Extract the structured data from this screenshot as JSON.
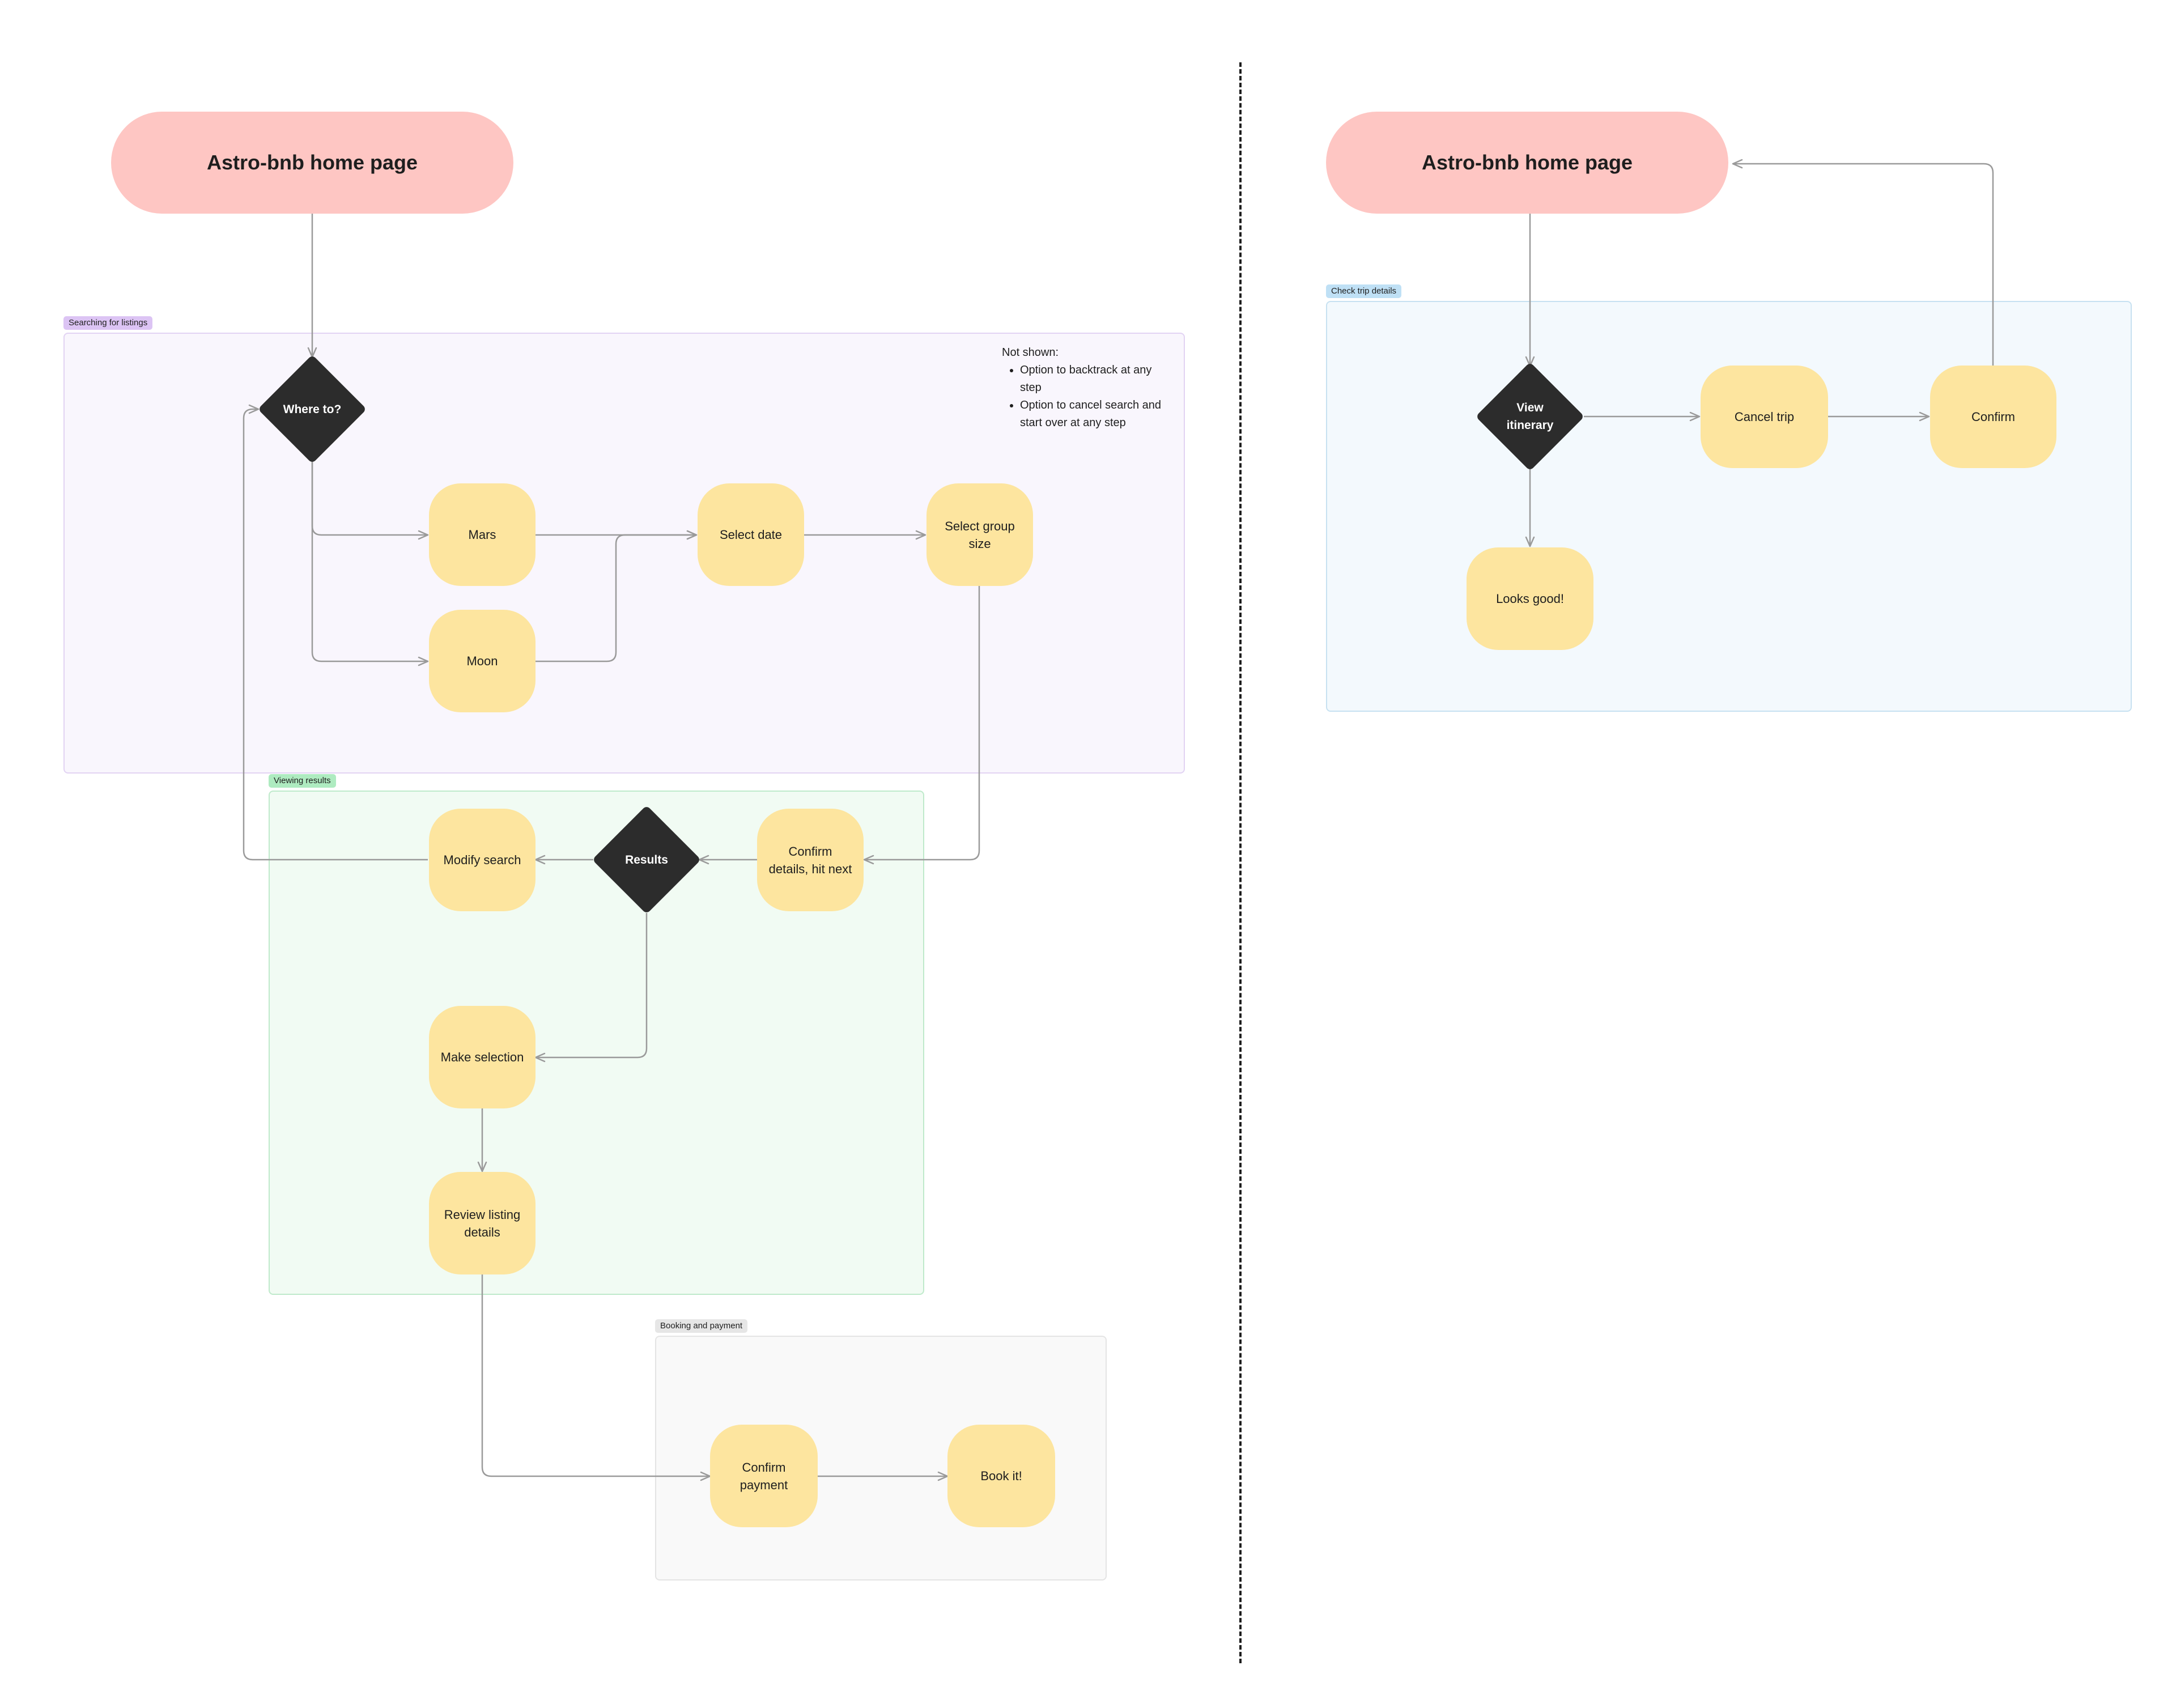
{
  "sections": {
    "searching": "Searching for listings",
    "viewing": "Viewing results",
    "booking": "Booking and payment",
    "check": "Check trip details"
  },
  "left_flow": {
    "home": "Astro-bnb home page",
    "where_to": "Where to?",
    "mars": "Mars",
    "moon": "Moon",
    "select_date": "Select date",
    "select_group": "Select group size",
    "confirm_details": "Confirm details, hit next",
    "results": "Results",
    "modify_search": "Modify search",
    "make_selection": "Make selection",
    "review_listing": "Review listing details",
    "confirm_payment": "Confirm payment",
    "book_it": "Book it!"
  },
  "note": {
    "heading": "Not shown:",
    "items": [
      "Option to backtrack at any step",
      "Option to cancel search and start over at any step"
    ]
  },
  "right_flow": {
    "home": "Astro-bnb home page",
    "view_itinerary": "View itinerary",
    "cancel_trip": "Cancel trip",
    "confirm": "Confirm",
    "looks_good": "Looks good!"
  },
  "colors": {
    "terminal": "#fec6c3",
    "process": "#fde59f",
    "decision": "#2c2c2c",
    "connector": "#9a9a9a"
  }
}
